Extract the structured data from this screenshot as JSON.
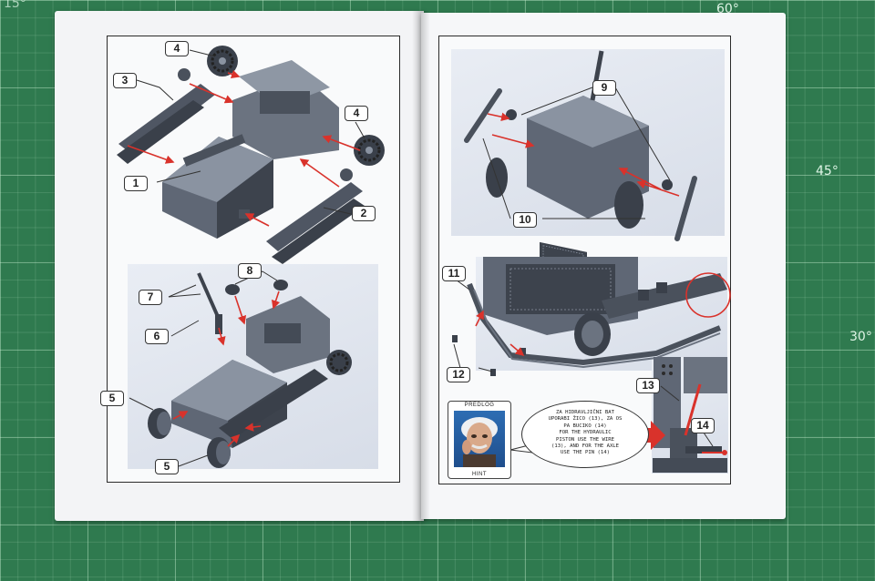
{
  "mat": {
    "angle_labels": [
      "60°",
      "45°",
      "30°",
      "15°"
    ],
    "colors": {
      "mat": "#2f7a4f",
      "grid": "#c8f0d2"
    }
  },
  "colors": {
    "arrow": "#d9322b",
    "part_gray": "#5f6775",
    "part_dark": "#3d434d",
    "part_light": "#8a93a1"
  },
  "left_page": {
    "callouts": [
      "1",
      "2",
      "3",
      "4",
      "4",
      "5",
      "5",
      "6",
      "7",
      "8"
    ]
  },
  "right_page": {
    "callouts": [
      "9",
      "10",
      "11",
      "12",
      "13",
      "14"
    ],
    "hint": {
      "title": "PREDLOG",
      "footer": "HINT",
      "lines": [
        "ZA HIDRAVLJIČNI BAT",
        "UPORABI ŽICO (13), ZA OS",
        "PA BUCIKO (14)",
        "FOR THE HYDRAULIC",
        "PISTON USE THE WIRE",
        "(13), AND FOR THE AXLE",
        "USE THE PIN (14)"
      ]
    }
  }
}
